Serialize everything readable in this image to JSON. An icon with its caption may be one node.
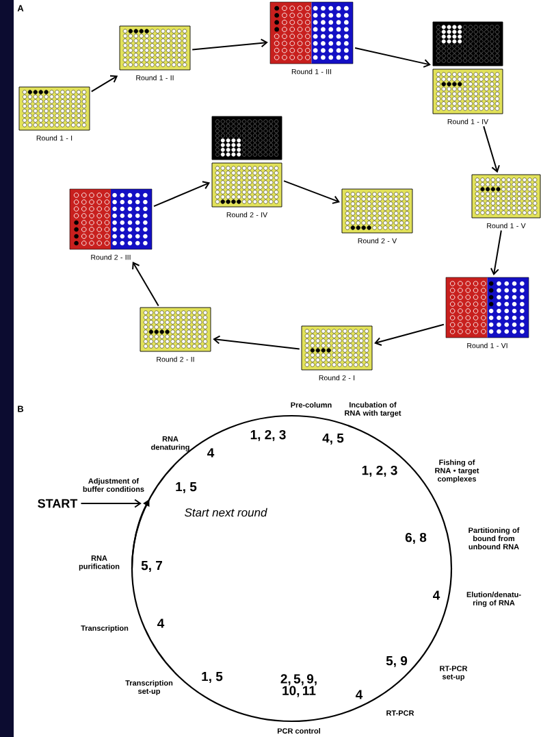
{
  "diagram": {
    "nodes": [
      {
        "text": [
          "Round 1 - I"
        ]
      },
      {
        "text": [
          "Round 1 - II"
        ]
      },
      {
        "text": [
          "Round 1 - III"
        ]
      },
      {
        "text": [
          "Round 1 - IV"
        ]
      },
      {
        "text": [
          "Round 1 - V"
        ]
      },
      {
        "text": [
          "Round 1 - VI"
        ]
      },
      {
        "text": [
          "Round 2 - I"
        ]
      },
      {
        "text": [
          "Round 2 - II"
        ]
      },
      {
        "text": [
          "Round 2 - III"
        ]
      },
      {
        "text": [
          "Round 2 - IV"
        ]
      },
      {
        "text": [
          "Round 2 - V"
        ]
      },
      {
        "text": [
          "START"
        ]
      },
      {
        "text": [],
        "shape": "circle"
      }
    ],
    "edges": [
      {
        "from": 0,
        "to": 1,
        "arrow": "to"
      },
      {
        "from": 1,
        "to": 2,
        "arrow": "to"
      },
      {
        "from": 2,
        "to": 3,
        "arrow": "to"
      },
      {
        "from": 3,
        "to": 4,
        "arrow": "to"
      },
      {
        "from": 4,
        "to": 5,
        "arrow": "to"
      },
      {
        "from": 5,
        "to": 6,
        "arrow": "to"
      },
      {
        "from": 6,
        "to": 7,
        "arrow": "to"
      },
      {
        "from": 7,
        "to": 8,
        "arrow": "to"
      },
      {
        "from": 8,
        "to": 9,
        "arrow": "to"
      },
      {
        "from": 9,
        "to": 10,
        "arrow": "to"
      },
      {
        "from": 11,
        "to": 12,
        "arrow": "to"
      }
    ],
    "labels": [
      "A",
      "B",
      "Pre-column",
      "Incubation of RNA with target",
      "RNA denaturing",
      "1, 2, 3",
      "4, 5",
      "4",
      "Adjustment of buffer conditions",
      "Fishing of RNA • target complexes",
      "1, 2, 3",
      "1, 5",
      "Start next round",
      "Partitioning of bound from unbound RNA",
      "6, 8",
      "RNA purification",
      "5, 7",
      "4",
      "Elution/denatu-ring of RNA",
      "Transcription",
      "4",
      "5, 9",
      "RT-PCR set-up",
      "1, 5",
      "Transcription set-up",
      "2, 5, 9, 10, 11",
      "4",
      "RT-PCR",
      "PCR control"
    ]
  }
}
